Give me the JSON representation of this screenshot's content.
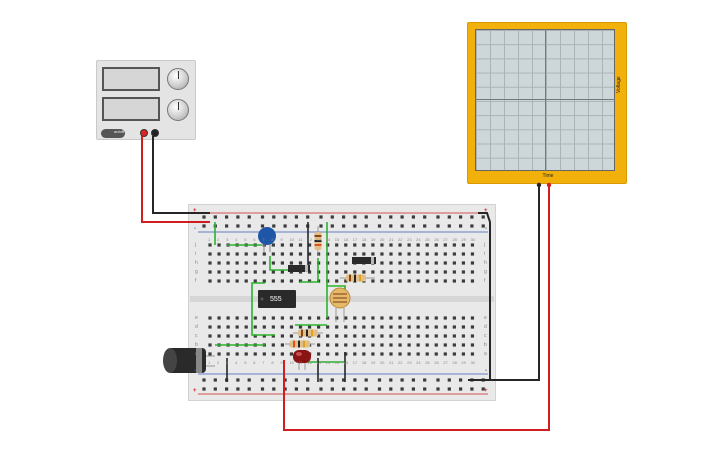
{
  "power_supply": {
    "switch_label": "on/off"
  },
  "oscilloscope": {
    "x_label": "Time",
    "y_label": "Voltage"
  },
  "breadboard": {
    "ic_label": "555",
    "row_letters_top": [
      "j",
      "i",
      "h",
      "g",
      "f"
    ],
    "row_letters_bottom": [
      "e",
      "d",
      "c",
      "b",
      "a"
    ],
    "column_numbers": [
      "1",
      "2",
      "3",
      "4",
      "5",
      "6",
      "7",
      "8",
      "9",
      "10",
      "11",
      "12",
      "13",
      "14",
      "15",
      "16",
      "17",
      "18",
      "19",
      "20",
      "21",
      "22",
      "23",
      "24",
      "25",
      "26",
      "27",
      "28",
      "29",
      "30"
    ],
    "rail_plus": "+",
    "rail_minus": "-"
  },
  "colors": {
    "wire_red": "#d01e1e",
    "wire_black": "#262626",
    "wire_green": "#2db22d",
    "scope_body": "#f2b10a",
    "capacitor": "#1f56a8",
    "led": "#8a1414"
  }
}
